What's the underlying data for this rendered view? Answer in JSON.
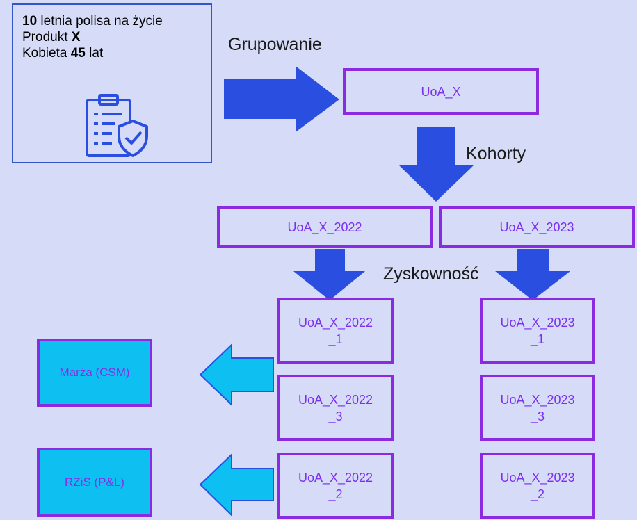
{
  "policy": {
    "line1_bold": "10",
    "line1_rest": " letnia polisa na życie",
    "line2_pre": "Produkt ",
    "line2_bold": "X",
    "line3_pre": "Kobieta ",
    "line3_bold": "45",
    "line3_rest": " lat",
    "icon": "insurance-policy-icon"
  },
  "labels": {
    "grouping": "Grupowanie",
    "cohorts": "Kohorty",
    "profitability": "Zyskowność"
  },
  "nodes": {
    "uoa": "UoA_X",
    "cohort_2022": "UoA_X_2022",
    "cohort_2023": "UoA_X_2023",
    "g2022_1_a": "UoA_X_2022",
    "g2022_1_b": "_1",
    "g2022_3_a": "UoA_X_2022",
    "g2022_3_b": "_3",
    "g2022_2_a": "UoA_X_2022",
    "g2022_2_b": "_2",
    "g2023_1_a": "UoA_X_2023",
    "g2023_1_b": "_1",
    "g2023_3_a": "UoA_X_2023",
    "g2023_3_b": "_3",
    "g2023_2_a": "UoA_X_2023",
    "g2023_2_b": "_2"
  },
  "outputs": {
    "csm": "Marża (CSM)",
    "pl": "RZiS (P&L)"
  },
  "colors": {
    "background": "#d6dcf7",
    "arrow_blue": "#2a4fe0",
    "arrow_cyan": "#0ec0f2",
    "border_purple": "#8a2be2",
    "text_purple": "#7b2ff0"
  }
}
